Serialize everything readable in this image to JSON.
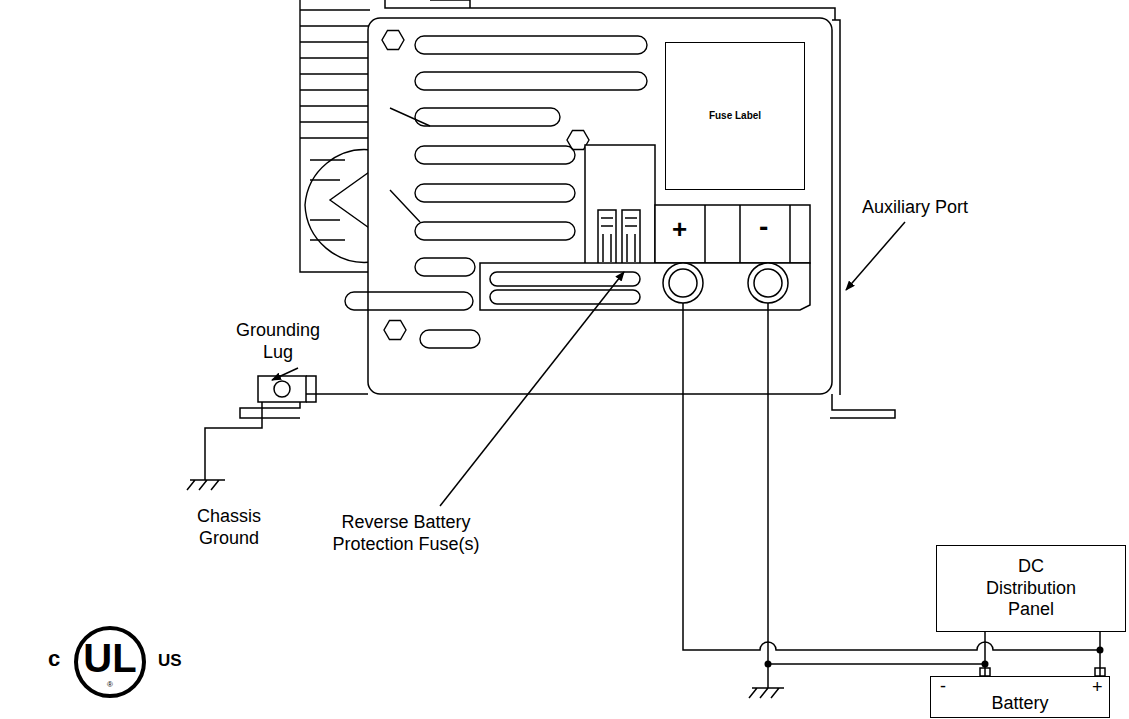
{
  "diagram": {
    "nodes": [
      {
        "text": [
          "Fuse Label"
        ]
      },
      {
        "text": [
          "DC Distribution Panel"
        ]
      },
      {
        "text": [
          "Battery"
        ]
      }
    ],
    "edges": [
      {
        "from": 2,
        "to": 1,
        "arrow": "none"
      },
      {
        "from": 2,
        "to": 1,
        "arrow": "none"
      }
    ],
    "labels": [
      "+",
      "-",
      "Auxiliary Port",
      "Grounding Lug",
      "Chassis Ground",
      "Reverse Battery Protection Fuse(s)",
      "-",
      "+",
      "c",
      "UL",
      "®",
      "US"
    ]
  }
}
